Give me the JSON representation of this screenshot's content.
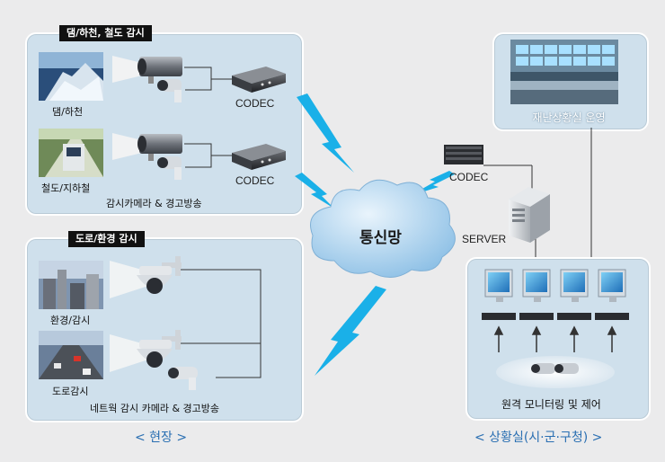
{
  "site": {
    "dam_rail": {
      "title": "댐/하천, 철도 감시",
      "dam_label": "댐/하천",
      "rail_label": "철도/지하철",
      "codec_top": "CODEC",
      "codec_bottom": "CODEC",
      "caption": "감시카메라 & 경고방송"
    },
    "road_env": {
      "title": "도로/환경 감시",
      "env_label": "환경/감시",
      "road_label": "도로감시",
      "caption": "네트웍 감시 카메라 & 경고방송"
    },
    "footer": "< 현장 >"
  },
  "network": {
    "cloud_label": "통신망",
    "codec_label": "CODEC",
    "server_label": "SERVER"
  },
  "control": {
    "ops_caption": "재난상황실 운영",
    "monitor_caption": "원격 모니터링 및 제어",
    "footer": "< 상황실(시·군·구청) >"
  },
  "colors": {
    "panel_bg": "#cfe0ec",
    "lightning": "#1ab0e8",
    "cloud": "#9cc9ea",
    "footer_text": "#2a6fb2",
    "title_bg": "#111111"
  }
}
